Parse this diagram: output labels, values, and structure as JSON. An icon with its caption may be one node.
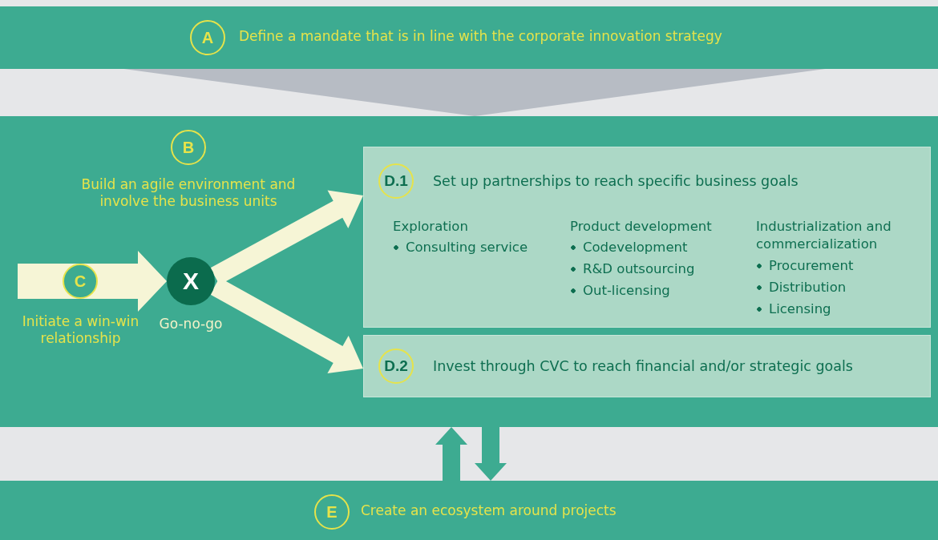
{
  "diagram": {
    "nodes": [
      {
        "text": [
          "A",
          "Define a mandate that is in line with the corporate innovation strategy"
        ]
      },
      {
        "text": [],
        "shape": "box"
      },
      {
        "text": [
          "B",
          "Build an agile environment and involve the business units"
        ],
        "in": 1
      },
      {
        "text": [
          "C",
          "Initiate a win-win relationship"
        ],
        "in": 1
      },
      {
        "text": [
          "X"
        ],
        "beside": [
          "Go-no-go"
        ],
        "in": 1
      },
      {
        "text": [
          "D.1",
          "Set up partnerships to reach specific business goals"
        ],
        "in": 1
      },
      {
        "text": [
          "D.2",
          "Invest through CVC to reach financial and/or strategic goals"
        ],
        "in": 1
      },
      {
        "text": [
          "E",
          "Create an ecosystem around projects"
        ]
      }
    ],
    "edges": [
      {
        "from": 0,
        "to": 1,
        "arrow": "to",
        "color": "#b7bcc4"
      },
      {
        "from": null,
        "to": 4,
        "arrow": "to"
      },
      {
        "from": 4,
        "to": 5,
        "arrow": "to"
      },
      {
        "from": 4,
        "to": 6,
        "arrow": "to"
      },
      {
        "from": 7,
        "to": 1,
        "arrow": "to",
        "color": "#3dab91"
      },
      {
        "from": 1,
        "to": 7,
        "arrow": "to",
        "color": "#3dab91"
      }
    ],
    "labels": [
      "Exploration",
      "Consulting service",
      "Product development",
      "Codevelopment",
      "R&D outsourcing",
      "Out-licensing",
      "Industrialization and commercialization",
      "Procurement",
      "Distribution",
      "Licensing"
    ]
  }
}
